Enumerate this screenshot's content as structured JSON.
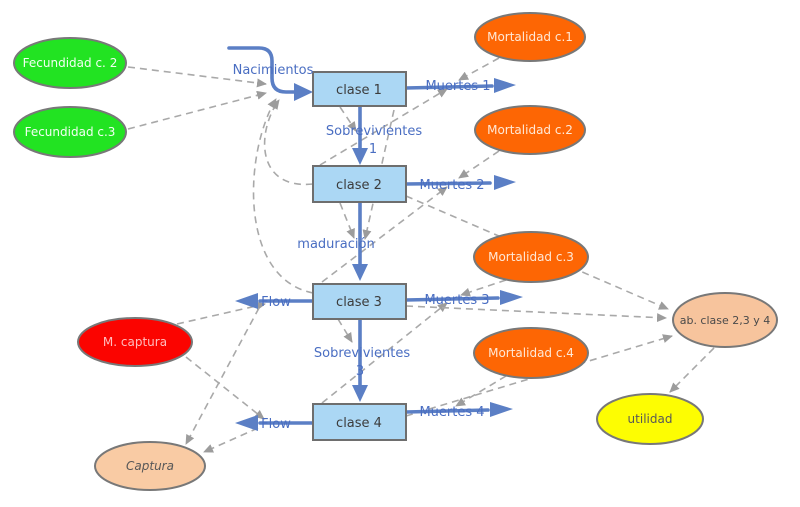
{
  "diagram": {
    "kind": "stock-and-flow population model",
    "stocks": [
      {
        "id": "clase-1",
        "label": "clase 1"
      },
      {
        "id": "clase-2",
        "label": "clase 2"
      },
      {
        "id": "clase-3",
        "label": "clase 3"
      },
      {
        "id": "clase-4",
        "label": "clase 4"
      }
    ],
    "flows": {
      "nacimientos": "Nacimientos",
      "muertes_1": "Muertes 1",
      "sobrevivientes_1": {
        "line1": "Sobrevivientes",
        "line2": "1"
      },
      "muertes_2": "Muertes 2",
      "maduracion": "maduración",
      "flow_3": "Flow",
      "muertes_3": "Muertes 3",
      "sobrevivientes_3": {
        "line1": "Sobrevivientes",
        "line2": "3"
      },
      "flow_4": "Flow",
      "muertes_4": "Muertes 4"
    },
    "variables": {
      "fecundidad_c2": {
        "label": "Fecundidad c. 2",
        "fill": "#22e322",
        "text": "#f2fff2"
      },
      "fecundidad_c3": {
        "label": "Fecundidad c.3",
        "fill": "#22e322",
        "text": "#f2fff2"
      },
      "mortalidad_c1": {
        "label": "Mortalidad c.1",
        "fill": "#fd6604",
        "text": "#ffe8d6"
      },
      "mortalidad_c2": {
        "label": "Mortalidad c.2",
        "fill": "#fd6604",
        "text": "#ffe8d6"
      },
      "mortalidad_c3": {
        "label": "Mortalidad c.3",
        "fill": "#fd6604",
        "text": "#ffe8d6"
      },
      "mortalidad_c4": {
        "label": "Mortalidad c.4",
        "fill": "#fd6604",
        "text": "#ffe8d6"
      },
      "m_captura": {
        "label": "M. captura",
        "fill": "#fb0400",
        "text": "#ffbdbd"
      },
      "captura": {
        "label": "Captura",
        "fill": "#f9cba4",
        "text": "#585858"
      },
      "ab_clase_234": {
        "label": "ab. clase 2,3 y 4",
        "fill": "#f7c49d",
        "text": "#4a4a4a"
      },
      "utilidad": {
        "label": "utilidad",
        "fill": "#fdfd02",
        "text": "#585858"
      }
    },
    "style": {
      "stock_fill": "#abd7f4",
      "stock_border": "#6e6e6e",
      "stock_text": "#3c3c3c",
      "flow_color": "#5b7fc5",
      "flow_label_color": "#4a6ec2",
      "connector_color": "#a9a9a9",
      "node_border": "#787878"
    }
  }
}
